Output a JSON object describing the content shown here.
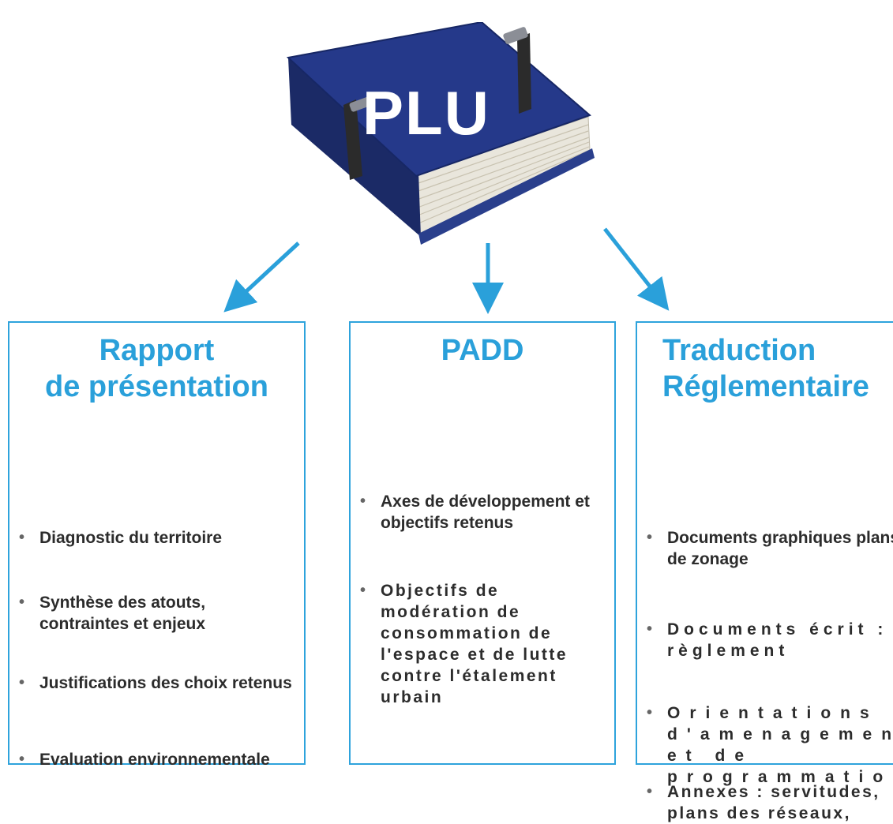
{
  "folder": {
    "label": "PLU"
  },
  "columns": [
    {
      "title_lines": [
        "Rapport",
        "de présentation"
      ],
      "items": [
        "Diagnostic du territoire",
        "Synthèse des atouts, contraintes et enjeux",
        "Justifications des choix retenus",
        "Evaluation environnementale"
      ]
    },
    {
      "title_lines": [
        "PADD"
      ],
      "items": [
        "Axes de développement et objectifs retenus",
        "Objectifs de modération de consommation de l'espace et de lutte contre l'étalement urbain"
      ]
    },
    {
      "title_lines": [
        "Traduction",
        "Réglementaire"
      ],
      "items": [
        "Documents graphiques plans de zonage",
        "Documents écrit : règlement",
        "Orientations d'amenagement et de programmation",
        "Annexes : servitudes, plans des réseaux,"
      ]
    }
  ],
  "colors": {
    "accent": "#2aa0da",
    "folder": "#22357a",
    "text": "#2c2c2c"
  }
}
